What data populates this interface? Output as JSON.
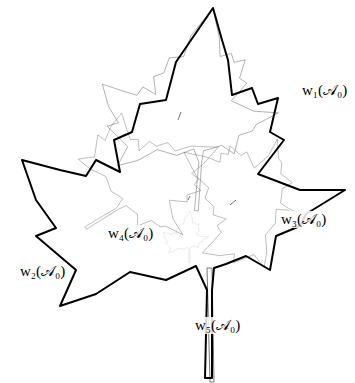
{
  "diagram": {
    "labels": [
      "w₁(𝒜₀)",
      "w₃(𝒜₀)",
      "w₄(𝒜₀)",
      "w₂(𝒜₀)",
      "w₅(𝒜₀)"
    ]
  }
}
